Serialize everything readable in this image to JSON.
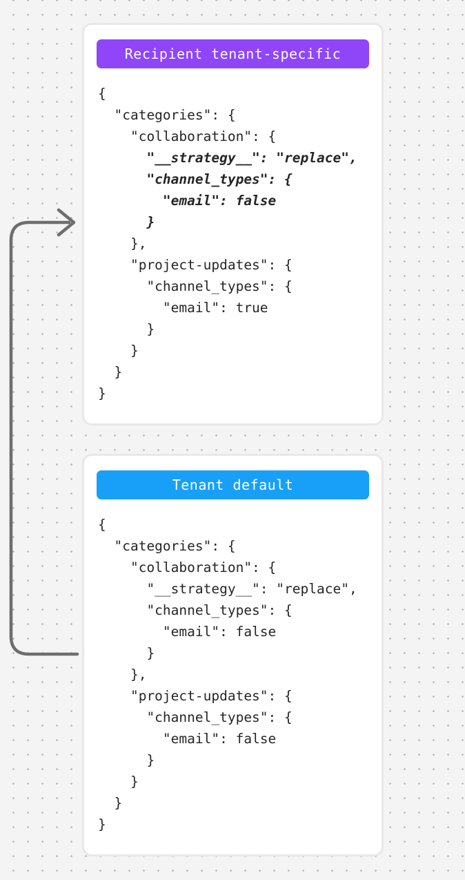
{
  "page": {
    "background_color": "#f4f4f5",
    "dot_color": "#b9b9b9",
    "card_border_color": "#e8e8e8"
  },
  "arrow": {
    "description": "curved arrow from tenant-default card pointing to recipient tenant-specific override block",
    "color": "#6e6e6e"
  },
  "cards": [
    {
      "badge": {
        "label": "Recipient tenant-specific",
        "color": "#8f45f8",
        "text_color": "#ffffff"
      },
      "code_lines": [
        {
          "text": "{"
        },
        {
          "text": "  \"categories\": {"
        },
        {
          "text": "    \"collaboration\": {"
        },
        {
          "text": "      \"__strategy__\": \"replace\",",
          "emphasis": true
        },
        {
          "text": "      \"channel_types\": {",
          "emphasis": true
        },
        {
          "text": "        \"email\": false",
          "emphasis": true
        },
        {
          "text": "      }",
          "emphasis": true
        },
        {
          "text": "    },"
        },
        {
          "text": "    \"project-updates\": {"
        },
        {
          "text": "      \"channel_types\": {"
        },
        {
          "text": "        \"email\": true"
        },
        {
          "text": "      }"
        },
        {
          "text": "    }"
        },
        {
          "text": "  }"
        },
        {
          "text": "}"
        }
      ]
    },
    {
      "badge": {
        "label": "Tenant default",
        "color": "#18a0f8",
        "text_color": "#ffffff"
      },
      "code_lines": [
        {
          "text": "{"
        },
        {
          "text": "  \"categories\": {"
        },
        {
          "text": "    \"collaboration\": {"
        },
        {
          "text": "      \"__strategy__\": \"replace\","
        },
        {
          "text": "      \"channel_types\": {"
        },
        {
          "text": "        \"email\": false"
        },
        {
          "text": "      }"
        },
        {
          "text": "    },"
        },
        {
          "text": "    \"project-updates\": {"
        },
        {
          "text": "      \"channel_types\": {"
        },
        {
          "text": "        \"email\": false"
        },
        {
          "text": "      }"
        },
        {
          "text": "    }"
        },
        {
          "text": "  }"
        },
        {
          "text": "}"
        }
      ]
    }
  ]
}
